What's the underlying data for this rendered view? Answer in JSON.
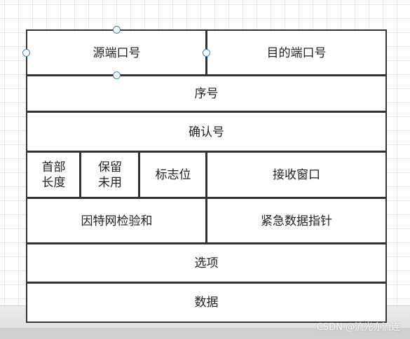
{
  "diagram": {
    "cells": {
      "source_port": "源端口号",
      "dest_port": "目的端口号",
      "sequence": "序号",
      "ack": "确认号",
      "header_length": "首部\n长度",
      "reserved": "保留\n未用",
      "flags": "标志位",
      "receive_window": "接收窗口",
      "checksum": "因特网检验和",
      "urgent_pointer": "紧急数据指针",
      "options": "选项",
      "data": "数据"
    },
    "border_color": "#333333",
    "selection_color": "#3a86c8"
  },
  "watermark": {
    "text": "CSDN @流光亦流连"
  }
}
